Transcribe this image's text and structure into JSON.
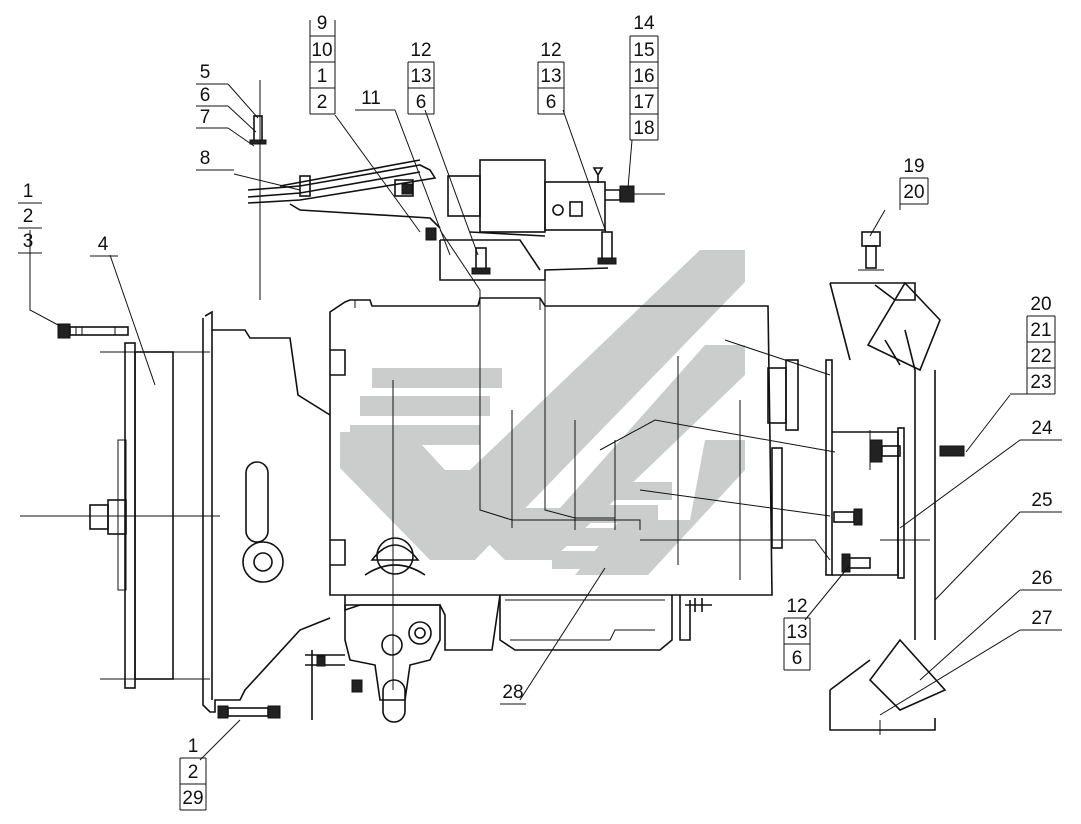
{
  "diagram": {
    "callouts": [
      {
        "id": "c-1-2-3",
        "labels": [
          "1",
          "2",
          "3"
        ]
      },
      {
        "id": "c-4",
        "labels": [
          "4"
        ]
      },
      {
        "id": "c-5",
        "labels": [
          "5"
        ]
      },
      {
        "id": "c-6",
        "labels": [
          "6"
        ]
      },
      {
        "id": "c-7",
        "labels": [
          "7"
        ]
      },
      {
        "id": "c-8",
        "labels": [
          "8"
        ]
      },
      {
        "id": "c-9-10-1-2",
        "labels": [
          "9",
          "10",
          "1",
          "2"
        ]
      },
      {
        "id": "c-11",
        "labels": [
          "11"
        ]
      },
      {
        "id": "c-12-13-6-a",
        "labels": [
          "12",
          "13",
          "6"
        ]
      },
      {
        "id": "c-12-13-6-b",
        "labels": [
          "12",
          "13",
          "6"
        ]
      },
      {
        "id": "c-14-18",
        "labels": [
          "14",
          "15",
          "16",
          "17",
          "18"
        ]
      },
      {
        "id": "c-19-20",
        "labels": [
          "19",
          "20"
        ]
      },
      {
        "id": "c-20-23",
        "labels": [
          "20",
          "21",
          "22",
          "23"
        ]
      },
      {
        "id": "c-24",
        "labels": [
          "24"
        ]
      },
      {
        "id": "c-25",
        "labels": [
          "25"
        ]
      },
      {
        "id": "c-26",
        "labels": [
          "26"
        ]
      },
      {
        "id": "c-27",
        "labels": [
          "27"
        ]
      },
      {
        "id": "c-28",
        "labels": [
          "28"
        ]
      },
      {
        "id": "c-12-13-6-c",
        "labels": [
          "12",
          "13",
          "6"
        ]
      },
      {
        "id": "c-1-2-29",
        "labels": [
          "1",
          "2",
          "29"
        ]
      }
    ],
    "colors": {
      "line": "#111111",
      "watermark": "#c9cccc",
      "background": "#ffffff"
    }
  }
}
